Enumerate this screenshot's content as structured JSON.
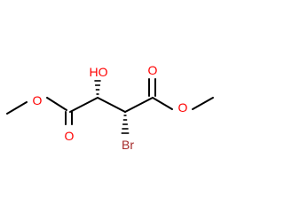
{
  "molecule": {
    "atoms": {
      "hydroxyl": "HO",
      "bromine": "Br",
      "carbonyl_oxygen_left": "O",
      "ester_oxygen_left": "O",
      "carbonyl_oxygen_right": "O",
      "ester_oxygen_right": "O"
    },
    "colors": {
      "oxygen": "#ff0000",
      "bromine": "#a52a2a",
      "bond": "#000000"
    }
  }
}
